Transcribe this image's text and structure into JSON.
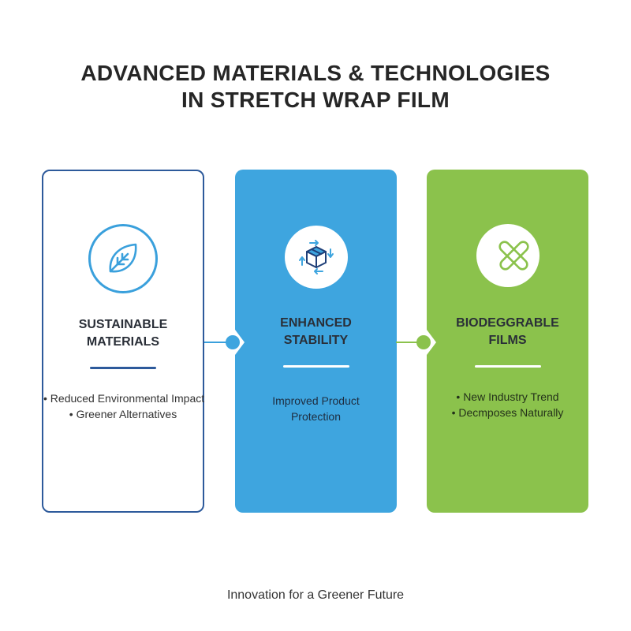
{
  "title": {
    "line1": "ADVANCED MATERIALS & TECHNOLOGIES",
    "line2": "IN STRETCH WRAP FILM"
  },
  "cards": [
    {
      "title_line1": "SUSTAINABLE",
      "title_line2": "MATERIALS",
      "icon": "leaf-icon",
      "bullets": [
        "• Reduced Environmental Impact",
        "• Greener Alternatives"
      ]
    },
    {
      "title_line1": "ENHANCED",
      "title_line2": "STABILITY",
      "icon": "box-arrows-icon",
      "bullets": [
        "Improved Product",
        "Protection"
      ]
    },
    {
      "title_line1": "BIODEGGRABLE",
      "title_line2": "FILMS",
      "icon": "crossed-film-icon",
      "bullets": [
        "• New Industry Trend",
        "• Decmposes Naturally"
      ]
    }
  ],
  "footer": "Innovation for a Greener Future",
  "colors": {
    "navy": "#2d5a9b",
    "blue": "#3ea5df",
    "green": "#8bc24c"
  }
}
